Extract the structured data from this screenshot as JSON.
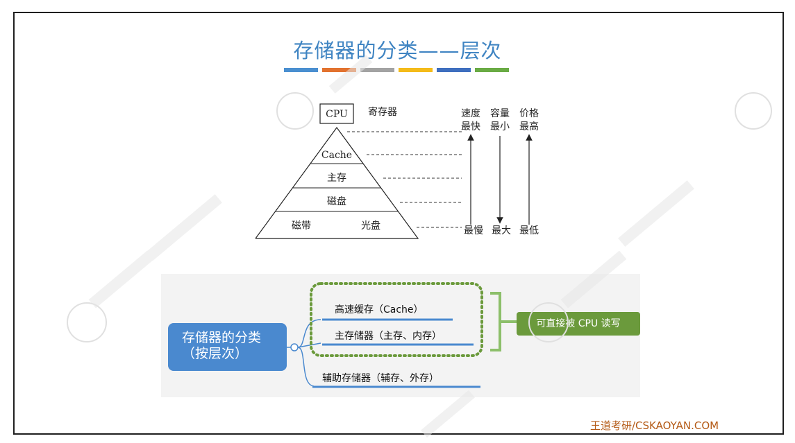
{
  "title": "存储器的分类——层次",
  "color_bar": [
    "#4a8fd0",
    "#e2722f",
    "#a3a3a3",
    "#f4bb1a",
    "#3f6fbf",
    "#6aab45"
  ],
  "pyramid": {
    "cpu_label": "CPU",
    "register_label": "寄存器",
    "levels": [
      "Cache",
      "主存",
      "磁盘"
    ],
    "bottom_left": "磁带",
    "bottom_right": "光盘",
    "columns": [
      {
        "name": "速度",
        "top": "最快",
        "bottom": "最慢"
      },
      {
        "name": "容量",
        "top": "最小",
        "bottom": "最大"
      },
      {
        "name": "价格",
        "top": "最高",
        "bottom": "最低"
      }
    ]
  },
  "mindmap": {
    "root_line1": "存储器的分类",
    "root_line2": "（按层次）",
    "branch1": "高速缓存（Cache）",
    "branch2": "主存储器（主存、内存）",
    "branch3": "辅助存储器（辅存、外存）",
    "note": "可直接被 CPU 读写"
  },
  "footer": "王道考研/CSKAOYAN.COM"
}
